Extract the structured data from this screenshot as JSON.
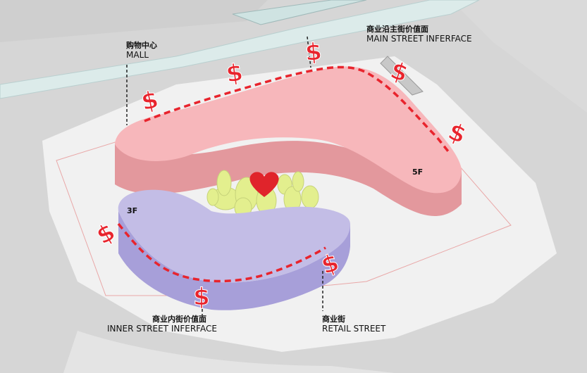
{
  "labels": {
    "mall": {
      "cn": "购物中心",
      "en": "MALL"
    },
    "main_street": {
      "cn": "商业沿主街价值面",
      "en": "MAIN STREET INFERFACE"
    },
    "inner_street": {
      "cn": "商业内街价值面",
      "en": "INNER STREET INFERFACE"
    },
    "retail_street": {
      "cn": "商业街",
      "en": "RETAIL STREET"
    }
  },
  "floors": {
    "tower": "5F",
    "podium": "3F"
  },
  "marker_symbol": "$",
  "icons": [
    "heart-icon",
    "dollar-sign-icon"
  ],
  "colors": {
    "tower": "#f7b7bb",
    "tower_side": "#e3989d",
    "podium": "#c3bde6",
    "podium_side": "#a79fd9",
    "value_line": "#e8242d",
    "dollar": "#e8242d",
    "heart": "#e0242b",
    "trees": "#e3ef8e",
    "road": "#d3d3d3",
    "plaza": "#ededed",
    "water": "#dbecec"
  }
}
